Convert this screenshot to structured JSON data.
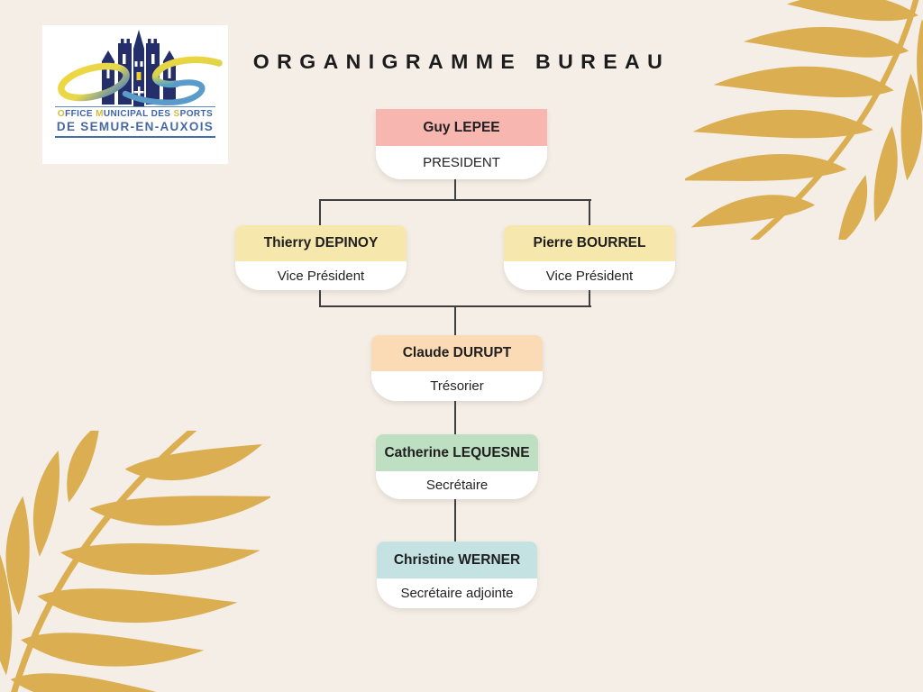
{
  "title": "ORGANIGRAMME BUREAU",
  "logo": {
    "monogram": "OS",
    "line1": {
      "seg0": "O",
      "seg1": "FFICE ",
      "seg2": "M",
      "seg3": "UNICIPAL ",
      "seg4": "DES ",
      "seg5": "S",
      "seg6": "PORTS"
    },
    "line2": "DE SEMUR-EN-AUXOIS"
  },
  "org": {
    "nodes": [
      {
        "id": "president",
        "name": "Guy LEPEE",
        "role": "PRESIDENT",
        "color": "#f7b6b0"
      },
      {
        "id": "vice-president-1",
        "name": "Thierry DEPINOY",
        "role": "Vice Président",
        "color": "#f6e8ac"
      },
      {
        "id": "vice-president-2",
        "name": "Pierre BOURREL",
        "role": "Vice Président",
        "color": "#f6e8ac"
      },
      {
        "id": "tresorier",
        "name": "Claude DURUPT",
        "role": "Trésorier",
        "color": "#fbdbb5"
      },
      {
        "id": "secretaire",
        "name": "Catherine LEQUESNE",
        "role": "Secrétaire",
        "color": "#bfdfc2"
      },
      {
        "id": "secretaire-adjointe",
        "name": "Christine WERNER",
        "role": "Secrétaire adjointe",
        "color": "#c5e2e3"
      }
    ],
    "edges": [
      [
        "president",
        "vice-president-1"
      ],
      [
        "president",
        "vice-president-2"
      ],
      [
        "vice-president-1",
        "tresorier"
      ],
      [
        "vice-president-2",
        "tresorier"
      ],
      [
        "tresorier",
        "secretaire"
      ],
      [
        "secretaire",
        "secretaire-adjointe"
      ]
    ]
  },
  "colors": {
    "background": "#f4eee6",
    "leaf": "#dcae52",
    "connector": "#3e3e3e",
    "node_body": "#ffffff",
    "logo_navy": "#232e6b",
    "logo_blue": "#4a78b8",
    "logo_gold": "#e8c93c"
  }
}
